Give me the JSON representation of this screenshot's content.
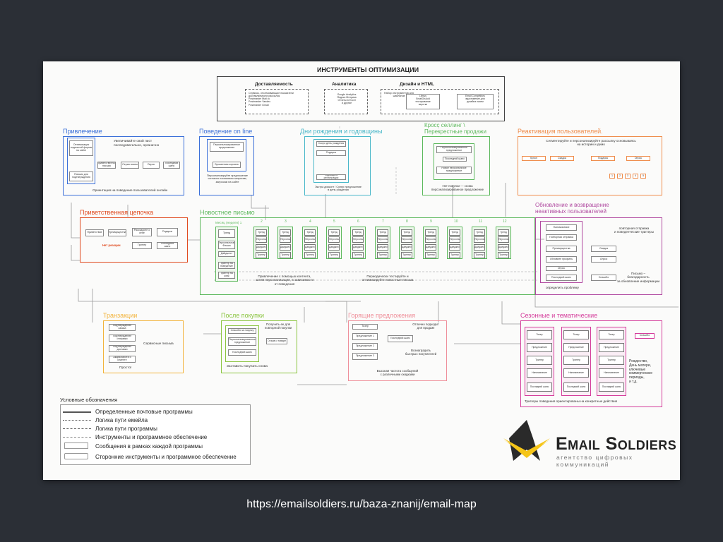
{
  "title": "ИНСТРУМЕНТЫ ОПТИМИЗАЦИИ",
  "tools": {
    "delivery": {
      "heading": "Доставляемость",
      "text": "Сервисы, отслеживающие показатели доставляемости рассылок\nPostmaster Mail.ru\nPostmaster Yandex\nPostmaster Gmail"
    },
    "analytics": {
      "heading": "Аналитика",
      "text": "Google Analytics\nЯндекс Метрика\nОтчеты в Excel\nи другие"
    },
    "design": {
      "heading": "Дизайн и HTML",
      "text": "Набор инструментов для шаблонов",
      "text2": "Litmus\nEmailOnAcid\nтестирование\nверстки",
      "text3": "Email Competitors\nвдохновение для\nдизайна писем"
    }
  },
  "sections": {
    "attraction": {
      "title": "Привлечение",
      "text": "Увеличивайте свой лист\nпоследовательно, органично",
      "footer": "Ориентация на поведение пользователей онлайн",
      "items": [
        "Оптимизация подписной формы на сайте",
        "Письмо для подтверждения",
        "Приветственное письмо"
      ]
    },
    "online": {
      "title": "Поведение on line",
      "text": "Персонализируйте предложение согласно поисковым запросам, запросам на сайте",
      "items": [
        "Персонализированное предложение",
        "Брошенная корзина",
        "Рекомендации"
      ]
    },
    "birthdays": {
      "title": "Дни рождения и годовщины",
      "text": "Экстра дисконт / Супер предложение\nв день рождения",
      "items": [
        "Скоро день рождения",
        "Подарок",
        "Годовщина регистрации"
      ]
    },
    "crosssell": {
      "title": "Кросс селлинг \\\nПерекрестные продажи",
      "text": "Нет покупки — снова\nперсонализированное предложение",
      "items": [
        "Персонализированное предложение",
        "Последний шанс",
        "Новое персональное предложение"
      ]
    },
    "reactivation": {
      "title": "Реактивация пользователей.",
      "text": "Сегментируйте и персонализируйте рассылку основываясь\nна истории и демо",
      "items": [
        "Купон",
        "Скидка",
        "Подарок",
        "Опрос"
      ]
    },
    "welcome": {
      "title": "Приветственная цепочка",
      "text": "Нет реакции",
      "items": [
        "Приветствие",
        "Преимущества",
        "Расскажите о себе",
        "Подарок",
        "Триггер",
        "Последний шанс"
      ]
    },
    "news": {
      "title": "Новостное письмо",
      "month": "Месяц (неделя) 1",
      "months": [
        "2",
        "3",
        "4",
        "5",
        "6",
        "7",
        "8",
        "9",
        "10",
        "11",
        "12"
      ],
      "text1": "Привлечение с помощью контента,\nзатем персонализация, в зависимости\nот поведения",
      "text2": "Периодически тестируйте и\nоптимизируйте новостные письма",
      "items": [
        "Тренд",
        "Персональная Фишка",
        "Дайджест",
        "Триггер на поведение",
        "Триггер на клик"
      ]
    },
    "inactive": {
      "title": "Обновление и возвращение\nнеактивных пользователей",
      "text1": "повторная отправка\nи поведенческие триггеры",
      "text2": "Письмо –\nблагодарность\nза обновление информации",
      "text3": "определить проблему",
      "items": [
        "Напоминание",
        "Повторная отправка",
        "Преимущества",
        "Обновите профиль",
        "Опрос",
        "Последний шанс"
      ]
    },
    "transactions": {
      "title": "Транзакции",
      "text": "Сервисные письма",
      "footer": "Просто!",
      "items": [
        "Подтверждение заказа",
        "Подтверждение отправки",
        "Подтверждение доставки",
        "Акция/забота о клиенте"
      ]
    },
    "afterpurchase": {
      "title": "После покупки",
      "text": "Получить ее для\nповторной покупки",
      "footer": "Заставить покупать снова",
      "items": [
        "Спасибо за покупку",
        "Персонализированное предложение",
        "Последний шанс",
        "Отзыв о товаре"
      ]
    },
    "hotdeals": {
      "title": "Горящие предложения",
      "text1": "Отлично подходит\nдля продаж!",
      "text2": "Вознаградить\nбыстрых покупателей",
      "footer": "Высокая частота сообщений\nс различными скидками",
      "items": [
        "Тизер",
        "Предложение 1",
        "Предложение 2",
        "Предложение 3",
        "Последний шанс"
      ]
    },
    "seasonal": {
      "title": "Сезонные и тематические",
      "text": "Рождество,\nДень матери,\nключевые\nкоммерческие\nпериоды,\nи т.д.",
      "footer": "Триггеры поведения ориентированы на конкретные действия",
      "items": [
        "Тизер",
        "Предложение",
        "Триггер",
        "Напоминание",
        "Последний шанс"
      ]
    }
  },
  "legend": {
    "title": "Условные обозначения",
    "items": [
      "Определенные почтовые программы",
      "Логика пути емейла",
      "Логика пути программы",
      "Инструменты и программное обеспечение",
      "Сообщения в рамках каждой программы",
      "Сторонние инструменты и программное обеспечение"
    ]
  },
  "brand": {
    "name": "Email Soldiers",
    "tagline": "агентство цифровых коммуникаций"
  },
  "caption": "https://emailsoldiers.ru/baza-znanij/email-map",
  "colors": {
    "blue": "#3a6fd8",
    "teal": "#49b7c9",
    "green": "#5cb85c",
    "gray": "#6e6e6e",
    "orange": "#ef8d4c",
    "red": "#e04a1f",
    "yellow": "#f2b33b",
    "lightgreen": "#8ac43f",
    "pink": "#ef8f9a",
    "magenta": "#d43d9b",
    "purple": "#b04aa0",
    "brand": "#f5c518"
  }
}
